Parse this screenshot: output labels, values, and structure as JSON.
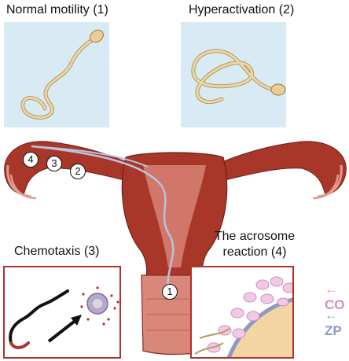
{
  "labels": {
    "normal_motility": "Normal motility (1)",
    "hyperactivation": "Hyperactivation (2)",
    "chemotaxis": "Chemotaxis (3)",
    "acrosome_reaction": "The acrosome reaction (4)"
  },
  "markers": [
    "1",
    "2",
    "3",
    "4"
  ],
  "tags": {
    "co": "CO",
    "zp": "ZP"
  },
  "colors": {
    "panel_blue": "#d8eaf4",
    "panel_border": "#b0322a",
    "uterus": "#a8372a",
    "uterus_light": "#d9877a",
    "sperm": "#d8c08c",
    "path": "#b8c2dc",
    "co": "#d48fc6",
    "zp": "#8e98c4"
  }
}
